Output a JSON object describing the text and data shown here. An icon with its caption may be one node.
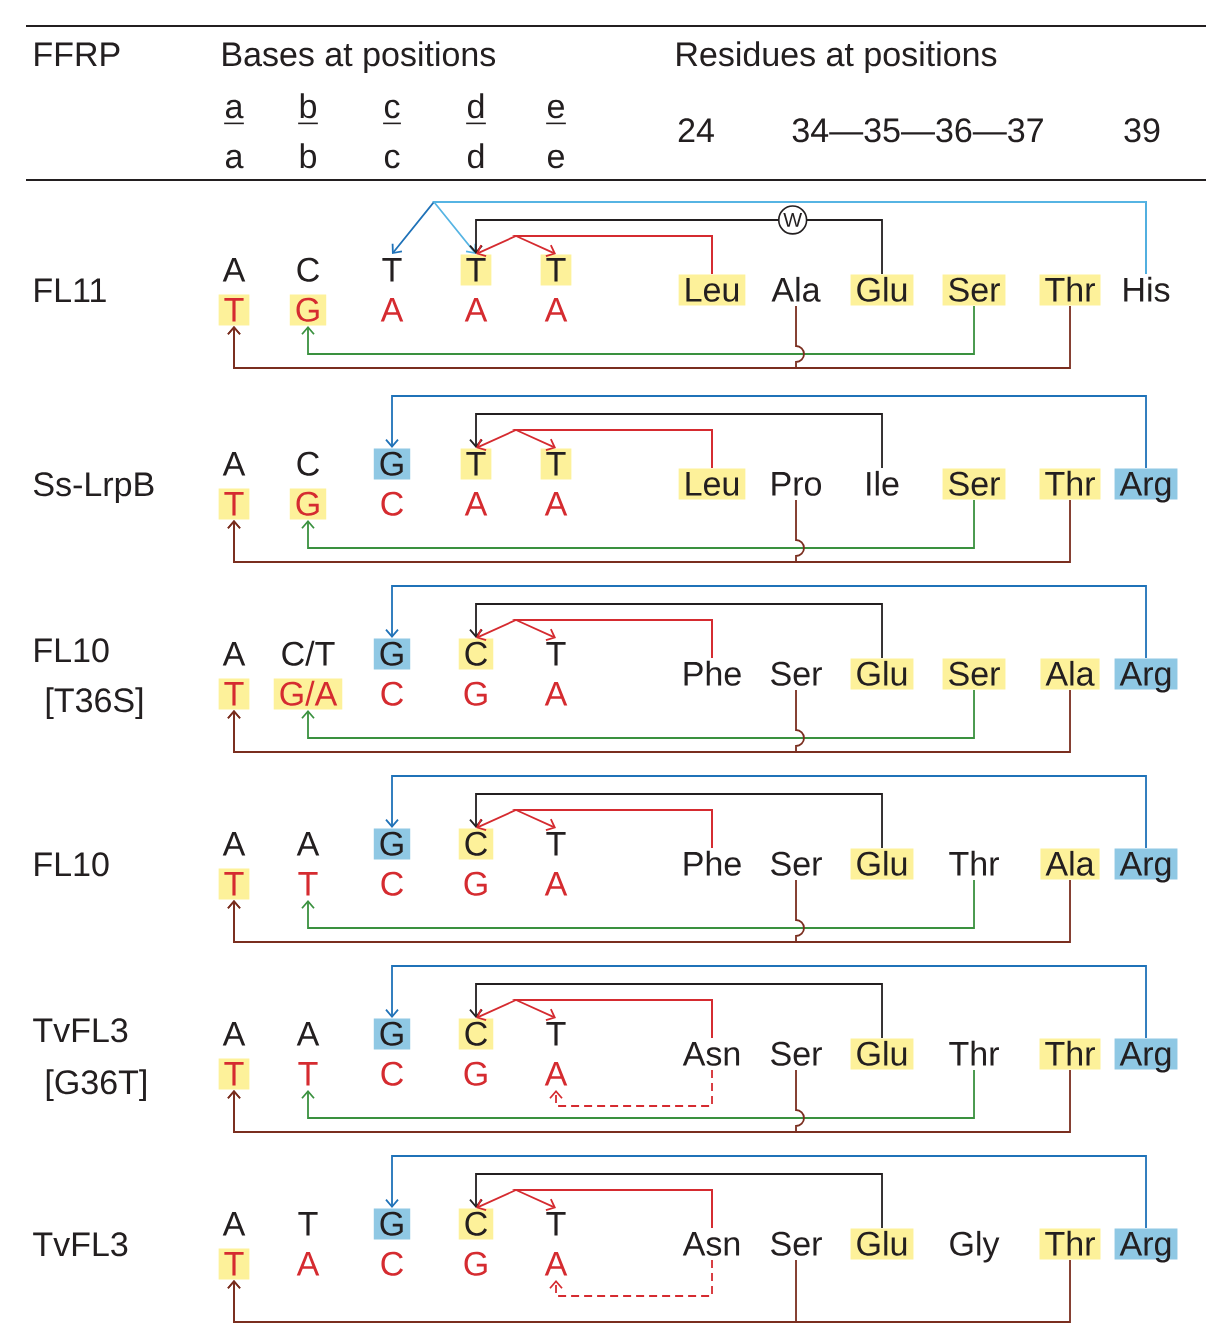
{
  "diagram": {
    "nodes": [
      {
        "text": [
          "A"
        ]
      },
      {
        "text": [
          "C"
        ]
      },
      {
        "text": [
          "T"
        ]
      },
      {
        "text": [
          "T"
        ]
      },
      {
        "text": [
          "T"
        ]
      },
      {
        "text": [
          "T"
        ]
      },
      {
        "text": [
          "G"
        ]
      },
      {
        "text": [
          "A"
        ]
      },
      {
        "text": [
          "A"
        ]
      },
      {
        "text": [
          "A"
        ]
      },
      {
        "text": [
          "Leu"
        ]
      },
      {
        "text": [
          "Ala"
        ]
      },
      {
        "text": [
          "Glu"
        ]
      },
      {
        "text": [
          "Ser"
        ]
      },
      {
        "text": [
          "Thr"
        ]
      },
      {
        "text": [
          "His"
        ]
      },
      {
        "text": [
          "A"
        ]
      },
      {
        "text": [
          "C"
        ]
      },
      {
        "text": [
          "G"
        ]
      },
      {
        "text": [
          "T"
        ]
      },
      {
        "text": [
          "T"
        ]
      },
      {
        "text": [
          "T"
        ]
      },
      {
        "text": [
          "G"
        ]
      },
      {
        "text": [
          "C"
        ]
      },
      {
        "text": [
          "A"
        ]
      },
      {
        "text": [
          "A"
        ]
      },
      {
        "text": [
          "Leu"
        ]
      },
      {
        "text": [
          "Pro"
        ]
      },
      {
        "text": [
          "Ile"
        ]
      },
      {
        "text": [
          "Ser"
        ]
      },
      {
        "text": [
          "Thr"
        ]
      },
      {
        "text": [
          "Arg"
        ]
      },
      {
        "text": [
          "A"
        ]
      },
      {
        "text": [
          "C/T"
        ]
      },
      {
        "text": [
          "G"
        ]
      },
      {
        "text": [
          "C"
        ]
      },
      {
        "text": [
          "T"
        ]
      },
      {
        "text": [
          "T"
        ]
      },
      {
        "text": [
          "G/A"
        ]
      },
      {
        "text": [
          "C"
        ]
      },
      {
        "text": [
          "G"
        ]
      },
      {
        "text": [
          "A"
        ]
      },
      {
        "text": [
          "Phe"
        ]
      },
      {
        "text": [
          "Ser"
        ]
      },
      {
        "text": [
          "Glu"
        ]
      },
      {
        "text": [
          "Ser"
        ]
      },
      {
        "text": [
          "Ala"
        ]
      },
      {
        "text": [
          "Arg"
        ]
      },
      {
        "text": [
          "A"
        ]
      },
      {
        "text": [
          "A"
        ]
      },
      {
        "text": [
          "G"
        ]
      },
      {
        "text": [
          "C"
        ]
      },
      {
        "text": [
          "T"
        ]
      },
      {
        "text": [
          "T"
        ]
      },
      {
        "text": [
          "T"
        ]
      },
      {
        "text": [
          "C"
        ]
      },
      {
        "text": [
          "G"
        ]
      },
      {
        "text": [
          "A"
        ]
      },
      {
        "text": [
          "Phe"
        ]
      },
      {
        "text": [
          "Ser"
        ]
      },
      {
        "text": [
          "Glu"
        ]
      },
      {
        "text": [
          "Thr"
        ]
      },
      {
        "text": [
          "Ala"
        ]
      },
      {
        "text": [
          "Arg"
        ]
      },
      {
        "text": [
          "A"
        ]
      },
      {
        "text": [
          "A"
        ]
      },
      {
        "text": [
          "G"
        ]
      },
      {
        "text": [
          "C"
        ]
      },
      {
        "text": [
          "T"
        ]
      },
      {
        "text": [
          "T"
        ]
      },
      {
        "text": [
          "T"
        ]
      },
      {
        "text": [
          "C"
        ]
      },
      {
        "text": [
          "G"
        ]
      },
      {
        "text": [
          "A"
        ]
      },
      {
        "text": [
          "Asn"
        ]
      },
      {
        "text": [
          "Ser"
        ]
      },
      {
        "text": [
          "Glu"
        ]
      },
      {
        "text": [
          "Thr"
        ]
      },
      {
        "text": [
          "Thr"
        ]
      },
      {
        "text": [
          "Arg"
        ]
      },
      {
        "text": [
          "A"
        ]
      },
      {
        "text": [
          "T"
        ]
      },
      {
        "text": [
          "G"
        ]
      },
      {
        "text": [
          "C"
        ]
      },
      {
        "text": [
          "T"
        ]
      },
      {
        "text": [
          "T"
        ]
      },
      {
        "text": [
          "A"
        ]
      },
      {
        "text": [
          "C"
        ]
      },
      {
        "text": [
          "G"
        ]
      },
      {
        "text": [
          "A"
        ]
      },
      {
        "text": [
          "Asn"
        ]
      },
      {
        "text": [
          "Ser"
        ]
      },
      {
        "text": [
          "Glu"
        ]
      },
      {
        "text": [
          "Gly"
        ]
      },
      {
        "text": [
          "Thr"
        ]
      },
      {
        "text": [
          "Arg"
        ]
      }
    ],
    "edges": [
      {
        "from": 15,
        "to": 2,
        "arrow": "to",
        "color": "#1f72b8"
      },
      {
        "from": 15,
        "to": 3,
        "arrow": "to",
        "color": "#56b4e3"
      },
      {
        "from": 12,
        "to": 3,
        "arrow": "to",
        "color": "#231f20",
        "label": "W"
      },
      {
        "from": 10,
        "to": 3,
        "arrow": "to",
        "color": "#d52b30"
      },
      {
        "from": 10,
        "to": 4,
        "arrow": "to",
        "color": "#d52b30"
      },
      {
        "from": 13,
        "to": 6,
        "arrow": "to",
        "color": "#3a913f"
      },
      {
        "from": 14,
        "to": 5,
        "arrow": "to",
        "color": "#7a2e1f"
      },
      {
        "from": 11,
        "to": 5,
        "arrow": "to",
        "color": "#7a2e1f"
      },
      {
        "from": 31,
        "to": 18,
        "arrow": "to",
        "color": "#1f72b8"
      },
      {
        "from": 28,
        "to": 19,
        "arrow": "to",
        "color": "#231f20"
      },
      {
        "from": 26,
        "to": 19,
        "arrow": "to",
        "color": "#d52b30"
      },
      {
        "from": 26,
        "to": 20,
        "arrow": "to",
        "color": "#d52b30"
      },
      {
        "from": 29,
        "to": 22,
        "arrow": "to",
        "color": "#3a913f"
      },
      {
        "from": 30,
        "to": 21,
        "arrow": "to",
        "color": "#7a2e1f"
      },
      {
        "from": 27,
        "to": 21,
        "arrow": "to",
        "color": "#7a2e1f"
      },
      {
        "from": 47,
        "to": 34,
        "arrow": "to",
        "color": "#1f72b8"
      },
      {
        "from": 44,
        "to": 35,
        "arrow": "to",
        "color": "#231f20"
      },
      {
        "from": 42,
        "to": 35,
        "arrow": "to",
        "color": "#d52b30"
      },
      {
        "from": 42,
        "to": 36,
        "arrow": "to",
        "color": "#d52b30"
      },
      {
        "from": 45,
        "to": 38,
        "arrow": "to",
        "color": "#3a913f"
      },
      {
        "from": 46,
        "to": 37,
        "arrow": "to",
        "color": "#7a2e1f"
      },
      {
        "from": 43,
        "to": 37,
        "arrow": "to",
        "color": "#7a2e1f"
      },
      {
        "from": 63,
        "to": 50,
        "arrow": "to",
        "color": "#1f72b8"
      },
      {
        "from": 60,
        "to": 51,
        "arrow": "to",
        "color": "#231f20"
      },
      {
        "from": 58,
        "to": 51,
        "arrow": "to",
        "color": "#d52b30"
      },
      {
        "from": 58,
        "to": 52,
        "arrow": "to",
        "color": "#d52b30"
      },
      {
        "from": 61,
        "to": 54,
        "arrow": "to",
        "color": "#3a913f"
      },
      {
        "from": 62,
        "to": 53,
        "arrow": "to",
        "color": "#7a2e1f"
      },
      {
        "from": 59,
        "to": 53,
        "arrow": "to",
        "color": "#7a2e1f"
      },
      {
        "from": 79,
        "to": 66,
        "arrow": "to",
        "color": "#1f72b8"
      },
      {
        "from": 76,
        "to": 67,
        "arrow": "to",
        "color": "#231f20"
      },
      {
        "from": 74,
        "to": 67,
        "arrow": "to",
        "color": "#d52b30"
      },
      {
        "from": 74,
        "to": 68,
        "arrow": "to",
        "color": "#d52b30"
      },
      {
        "from": 74,
        "to": 73,
        "arrow": "to",
        "color": "#d52b30",
        "style": "dashed"
      },
      {
        "from": 77,
        "to": 70,
        "arrow": "to",
        "color": "#3a913f"
      },
      {
        "from": 78,
        "to": 69,
        "arrow": "to",
        "color": "#7a2e1f"
      },
      {
        "from": 75,
        "to": 69,
        "arrow": "to",
        "color": "#7a2e1f"
      },
      {
        "from": 95,
        "to": 82,
        "arrow": "to",
        "color": "#1f72b8"
      },
      {
        "from": 92,
        "to": 83,
        "arrow": "to",
        "color": "#231f20"
      },
      {
        "from": 90,
        "to": 83,
        "arrow": "to",
        "color": "#d52b30"
      },
      {
        "from": 90,
        "to": 84,
        "arrow": "to",
        "color": "#d52b30"
      },
      {
        "from": 90,
        "to": 89,
        "arrow": "to",
        "color": "#d52b30",
        "style": "dashed"
      },
      {
        "from": 94,
        "to": 85,
        "arrow": "to",
        "color": "#7a2e1f"
      },
      {
        "from": 91,
        "to": 85,
        "arrow": "to",
        "color": "#7a2e1f"
      }
    ],
    "labels": [
      "FFRP",
      "Bases at positions",
      "a",
      "b",
      "c",
      "d",
      "e",
      "a",
      "b",
      "c",
      "d",
      "e",
      "Residues  at  positions",
      "24",
      "34—35—36—37",
      "39",
      "FL11",
      "Ss-LrpB",
      "FL10",
      "[T36S]",
      "FL10",
      "TvFL3",
      "[G36T]",
      "TvFL3"
    ]
  }
}
